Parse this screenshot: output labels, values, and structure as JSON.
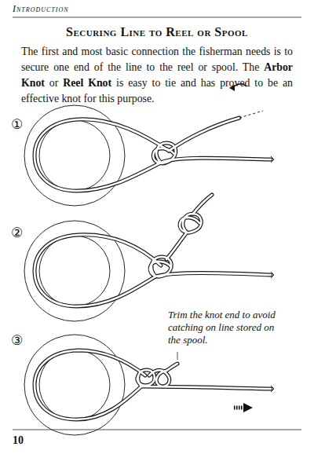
{
  "diagram": {
    "title": "Securing Line to Reel or Spool",
    "labels": [
      "Introduction",
      "The first and most basic connection the fisherman needs is to secure one end of the line to the reel or spool. The",
      "Arbor Knot",
      "or",
      "Reel Knot",
      "is easy to tie and has proved to be an effective knot for this purpose.",
      "①",
      "②",
      "③",
      "Trim the knot end to avoid catching on line stored on the spool.",
      "10"
    ]
  }
}
